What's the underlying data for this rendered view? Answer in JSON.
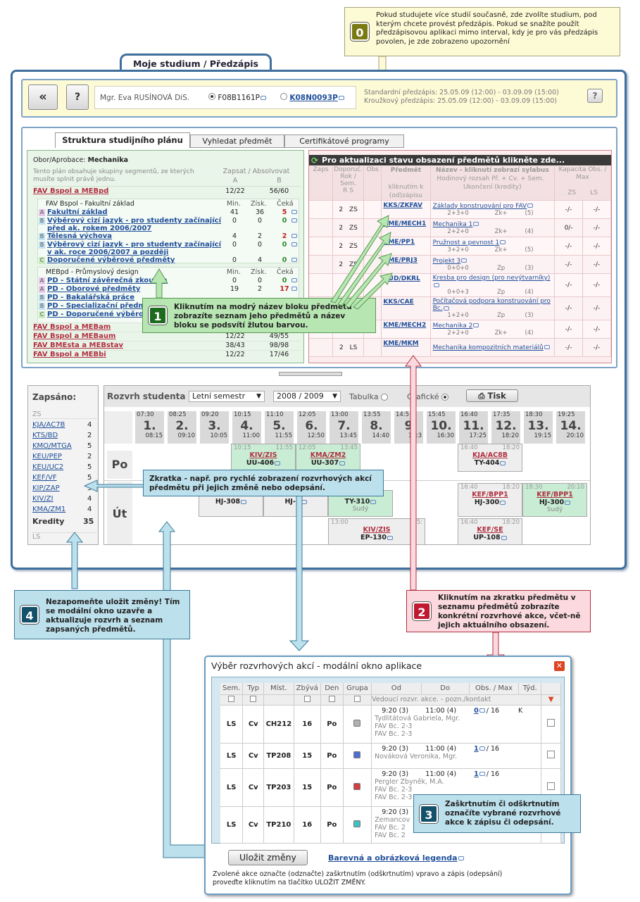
{
  "callouts": {
    "c0": {
      "num": "0",
      "text": "Pokud studujete více studií současně, zde zvolíte studium, pod kterým chcete provést předzápis. Pokud se snažíte použít předzápisovou aplikaci mimo interval, kdy je pro vás předzápis povolen, je zde zobrazeno upozornění"
    },
    "c1": {
      "num": "1",
      "text": "Kliknutím na modrý název bloku předmětů zobrazíte seznam jeho předmětů a název bloku se podsvítí žlutou barvou."
    },
    "c2": {
      "num": "2",
      "text": "Kliknutím na zkratku předmětu v seznamu předmětů zobrazíte konkrétní rozvrhové akce, včet-ně jejich aktuálního obsazení."
    },
    "c3": {
      "num": "3",
      "text": "Zaškrtnutím či odškrtnutím označíte vybrané rozvrhové akce k zápisu či odepsání."
    },
    "c4": {
      "num": "4",
      "text": "Nezapomeňte uložit změny! Tím se modální okno uzavře a aktualizuje rozvrh a seznam zapsaných předmětů."
    },
    "zk": {
      "text": "Zkratka - např. pro rychlé zobrazení rozvrhových akcí předmětu při jejich změně nebo odepsání."
    }
  },
  "header": {
    "tab": "Moje studium / Předzápis",
    "back": "«",
    "help": "?",
    "user": "Mgr. Eva RUSÍNOVÁ DiS.",
    "study1": "F08B1161P",
    "study2": "K08N0093P",
    "std_label": "Standardní předzápis:",
    "std_val": "25.05.09 (12:00) - 03.09.09 (15:00)",
    "kr_label": "Kroužkový předzápis:",
    "kr_val": "25.05.09 (12:00) - 03.09.09 (15:00)",
    "qhelp": "?"
  },
  "tabs": [
    "Struktura studijního plánu",
    "Vyhledat předmět",
    "Certifikátové programy"
  ],
  "plan": {
    "obor_label": "Obor/Aprobace:",
    "obor": "Mechanika",
    "intro": "Tento plán obsahuje skupiny segmentů, ze kterých musíte splnit právě jednu.",
    "h_zap": "Zapsat / Absolvovat",
    "h_a": "A",
    "h_b": "B",
    "top": {
      "name": "FAV Bspol a MEBpd",
      "a": "12/22",
      "b": "56/60"
    },
    "g1_title": "FAV Bspol - Fakultní základ",
    "g_min": "Min.",
    "g_zisk": "Získ.",
    "g_ceka": "Čeká",
    "g1": [
      {
        "t": "A",
        "name": "Fakultní základ",
        "min": "41",
        "zisk": "36",
        "ceka": "5"
      },
      {
        "t": "B",
        "name": "Výběrový cizí jazyk - pro studenty začínající před ak. rokem 2006/2007",
        "min": "0",
        "zisk": "0",
        "ceka": "0"
      },
      {
        "t": "B",
        "name": "Tělesná výchova",
        "min": "4",
        "zisk": "2",
        "ceka": "2"
      },
      {
        "t": "B",
        "name": "Výběrový cizí jazyk - pro studenty začínající v ak. roce 2006/2007 a později",
        "min": "0",
        "zisk": "0",
        "ceka": "0"
      },
      {
        "t": "C",
        "name": "Doporučené výběrové předměty",
        "min": "0",
        "zisk": "4",
        "ceka": "0"
      }
    ],
    "g2_title": "MEBpd - Průmyslový design",
    "g2": [
      {
        "t": "A",
        "name": "PD - Státní závěrečná zkouška",
        "min": "0",
        "zisk": "0",
        "ceka": "0"
      },
      {
        "t": "A",
        "name": "PD - Oborové předměty",
        "min": "19",
        "zisk": "2",
        "ceka": "17"
      },
      {
        "t": "B",
        "name": "PD - Bakalářská práce",
        "min": "",
        "zisk": "",
        "ceka": ""
      },
      {
        "t": "B",
        "name": "PD - Specializační předm",
        "min": "",
        "zisk": "",
        "ceka": ""
      },
      {
        "t": "C",
        "name": "PD - Doporučené výběro",
        "min": "",
        "zisk": "",
        "ceka": ""
      }
    ],
    "others": [
      {
        "name": "FAV Bspol a MEBam",
        "a": "",
        "b": ""
      },
      {
        "name": "FAV Bspol a MEBaum",
        "a": "12/22",
        "b": "49/55"
      },
      {
        "name": "FAV BMEsta a MEBstav",
        "a": "38/43",
        "b": "98/98"
      },
      {
        "name": "FAV Bspol a MEBbi",
        "a": "12/22",
        "b": "17/46"
      }
    ]
  },
  "pred": {
    "bar": "Pro aktualizaci stavu obsazení předmětů klikněte zde...",
    "h": {
      "zaps": "Zaps",
      "dop": "Doporuč. Rok / Sem.",
      "r": "R",
      "s": "S",
      "obs": "Obs",
      "predmet": "Předmět",
      "klik": "kliknutím k (od)zápisu",
      "nazev": "Název - kliknutí zobrazí sylabus",
      "hod": "Hodinový rozsah Př. + Cv. + Sem.",
      "uk": "Ukončení (kredity)",
      "kap": "Kapacita Obs. / Max",
      "zs": "ZS",
      "ls": "LS"
    },
    "rows": [
      {
        "r": "2",
        "s": "ZS",
        "code": "KKS/ZKFAV",
        "name": "Základy konstruování pro FAV",
        "hod": "2+3+0",
        "uk": "Zk+",
        "kr": "(5)",
        "zs": "-/-",
        "ls": "-/-"
      },
      {
        "r": "2",
        "s": "ZS",
        "code": "KME/MECH1",
        "name": "Mechanika 1",
        "hod": "2+2+0",
        "uk": "Zk+",
        "kr": "(4)",
        "zs": "0/-",
        "ls": "-/-"
      },
      {
        "r": "2",
        "s": "ZS",
        "code": "KME/PP1",
        "name": "Pružnost a pevnost 1",
        "hod": "3+2+0",
        "uk": "Zk+",
        "kr": "(5)",
        "zs": "-/-",
        "ls": "-/-"
      },
      {
        "r": "2",
        "s": "ZS",
        "code": "KME/PRJ3",
        "name": "Projekt 3",
        "hod": "0+0+0",
        "uk": "Zp",
        "kr": "(3)",
        "zs": "-/-",
        "ls": "-/-"
      },
      {
        "r": "",
        "s": "",
        "code": "UUD/DKRL",
        "name": "Kresba pro design (pro nevýtvarníky)",
        "hod": "0+0+3",
        "uk": "Zp",
        "kr": "(4)",
        "zs": "-/-",
        "ls": "-/-"
      },
      {
        "r": "",
        "s": "",
        "code": "KKS/CAE",
        "name": "Počítačová podpora konstruování pro Bc.",
        "hod": "1+2+0",
        "uk": "Zp",
        "kr": "(3)",
        "zs": "-/-",
        "ls": "-/-"
      },
      {
        "r": "2",
        "s": "LS",
        "code": "KME/MECH2",
        "name": "Mechanika 2",
        "hod": "2+2+0",
        "uk": "Zk+",
        "kr": "(4)",
        "zs": "-/-",
        "ls": "-/-"
      },
      {
        "r": "2",
        "s": "LS",
        "code": "KME/MKM",
        "name": "Mechanika kompozitních materiálů",
        "hod": "",
        "uk": "",
        "kr": "",
        "zs": "-/-",
        "ls": "-/-"
      }
    ]
  },
  "zapsano": {
    "title": "Zapsáno:",
    "zs": "ZS",
    "ls": "LS",
    "kredity": "Kredity",
    "kred_val": "35",
    "items": [
      {
        "c": "KJA/AC7B",
        "n": "4"
      },
      {
        "c": "KTS/BD",
        "n": "2"
      },
      {
        "c": "KMO/MTGA",
        "n": "5"
      },
      {
        "c": "KEU/PEP",
        "n": "2"
      },
      {
        "c": "KEU/UC2",
        "n": "5"
      },
      {
        "c": "KEF/VF",
        "n": "5"
      },
      {
        "c": "KIP/ZAP",
        "n": "5"
      },
      {
        "c": "KIV/ZI",
        "n": "4"
      },
      {
        "c": "KMA/ZM1",
        "n": "4"
      }
    ]
  },
  "rozvrh": {
    "title": "Rozvrh studenta",
    "sem": "Letní semestr",
    "year": "2008 / 2009",
    "tabulka": "Tabulka",
    "graficke": "Grafické",
    "tisk": "Tisk",
    "slots": [
      {
        "n": "1.",
        "f": "07:30",
        "t": "08:15"
      },
      {
        "n": "2.",
        "f": "08:25",
        "t": "09:10"
      },
      {
        "n": "3.",
        "f": "09:20",
        "t": "10:05"
      },
      {
        "n": "4.",
        "f": "10:15",
        "t": "11:00"
      },
      {
        "n": "5.",
        "f": "11:10",
        "t": "11:55"
      },
      {
        "n": "6.",
        "f": "12:05",
        "t": "12:50"
      },
      {
        "n": "7.",
        "f": "13:00",
        "t": "13:45"
      },
      {
        "n": "8.",
        "f": "13:55",
        "t": "14:40"
      },
      {
        "n": "9",
        "f": "14:5",
        "t": "15:3"
      },
      {
        "n": "10.",
        "f": "15:45",
        "t": "16:30"
      },
      {
        "n": "11.",
        "f": "16:40",
        "t": "17:25"
      },
      {
        "n": "12.",
        "f": "17:35",
        "t": "18:20"
      },
      {
        "n": "13.",
        "f": "18:30",
        "t": "19:15"
      },
      {
        "n": "14.",
        "f": "19:25",
        "t": "20:10"
      }
    ],
    "days": [
      "Po",
      "Út"
    ],
    "ev": {
      "e1": {
        "f": "10:15",
        "t": "11:55",
        "c": "KIV/ZIS",
        "r": "UU-406"
      },
      "e2": {
        "f": "12:05",
        "t": "13:45",
        "c": "KMA/ZM2",
        "r": "UU-307"
      },
      "e3": {
        "f": "16:40",
        "t": "18:20",
        "c": "KJA/AC8B",
        "r": "TY-404"
      },
      "e4": {
        "r": "HJ-308"
      },
      "e5": {
        "r": "HJ-2"
      },
      "e6": {
        "r": "TY-310",
        "s": "Sudý"
      },
      "e7": {
        "f": "16:40",
        "t": "18:20",
        "c": "KEF/BPP1",
        "r": "HJ-300"
      },
      "e8": {
        "f": "18:30",
        "t": "20:10",
        "c": "KEF/BPP1",
        "r": "HJ-300",
        "s": "Sudý"
      },
      "e9": {
        "f": "13:00",
        "t": "15:",
        "c": "KIV/ZIS",
        "r": "EP-130"
      },
      "e10": {
        "f": "16:40",
        "t": "18:20",
        "c": "KEF/SE",
        "r": "UP-108"
      }
    }
  },
  "modal": {
    "title": "Výběr rozvrhových akcí - modální okno aplikace",
    "h": {
      "sem": "Sem.",
      "typ": "Typ",
      "mist": "Míst.",
      "zbyva": "Zbývá",
      "den": "Den",
      "grupa": "Grupa",
      "od": "Od",
      "do": "Do",
      "obs": "Obs. / Max",
      "tyd": "Týd.",
      "ved": "Vedoucí rozvr. akce. - pozn./kontakt"
    },
    "rows": [
      {
        "sem": "LS",
        "typ": "Cv",
        "mist": "CH212",
        "zb": "16",
        "den": "Po",
        "col": "#b0b0b0",
        "od": "9:20 (3)",
        "do": "11:00 (4)",
        "obs": "0",
        "max": "/ 16",
        "tyd": "K",
        "v1": "Tydlitátová Gabriela, Mgr.",
        "v2": "FAV Bc. 2-3",
        "v3": "FAV Bc. 2-3"
      },
      {
        "sem": "LS",
        "typ": "Cv",
        "mist": "TP208",
        "zb": "15",
        "den": "Po",
        "col": "#4f6fd0",
        "od": "9:20 (3)",
        "do": "11:00 (4)",
        "obs": "1",
        "max": "/ 16",
        "tyd": "",
        "v1": "Nováková Veronika, Mgr.",
        "v2": "",
        "v3": ""
      },
      {
        "sem": "LS",
        "typ": "Cv",
        "mist": "TP203",
        "zb": "15",
        "den": "Po",
        "col": "#d04040",
        "od": "9:20 (3)",
        "do": "11:00 (4)",
        "obs": "1",
        "max": "/ 16",
        "tyd": "",
        "v1": "Pergler Zbyněk, M.A.",
        "v2": "FAV Bc. 2-3",
        "v3": "FAV Bc. 2-3"
      },
      {
        "sem": "LS",
        "typ": "Cv",
        "mist": "TP210",
        "zb": "16",
        "den": "Po",
        "col": "#40c0c0",
        "od": "9:20 (3)",
        "do": "",
        "obs": "",
        "max": "",
        "tyd": "",
        "v1": "Zemancov",
        "v2": "FAV Bc. 2",
        "v3": "FAV Bc. 2"
      }
    ],
    "save": "Uložit změny",
    "legend": "Barevná a obrázková legenda",
    "foot": "Zvolené akce označte (odznačte) zaškrtnutím (odškrtnutím) vpravo a zápis (odepsání) proveďte kliknutím na tlačítko ULOŽIT ZMĚNY."
  }
}
